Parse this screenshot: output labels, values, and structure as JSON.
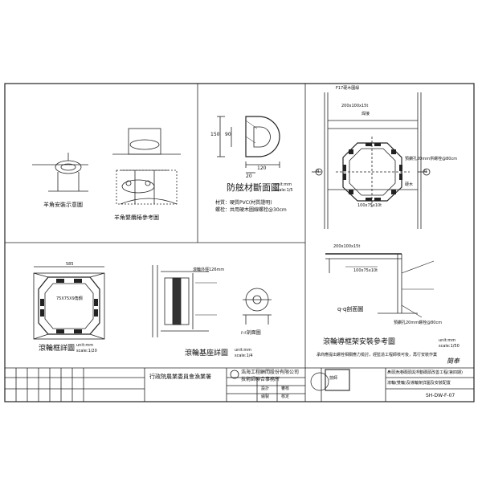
{
  "drawing": {
    "fender": {
      "title": "防舷材斷面圖",
      "unit": "unit:mm",
      "scale": "scale:1/5",
      "dims": {
        "height_outer": "150",
        "height_inner": "90",
        "width_total": "120",
        "width_inner": "20"
      },
      "note_material": "材質：硬質PVC(材質證明)",
      "note_bolt": "螺栓：共用硬木圖線螺栓@30cm"
    },
    "bracket": {
      "title": "羊角安裝示意圖",
      "ref_title": "羊角繫纜樁參考圖"
    },
    "roller_frame": {
      "title": "滾輪框詳圖",
      "unit": "unit:mm",
      "scale": "scale:1/20",
      "dim_top": "585",
      "label": "75X75X9角鋼"
    },
    "roller_base": {
      "title": "滾輪基座詳圖",
      "unit": "unit:mm",
      "scale": "scale:1/4",
      "note": "滾輪外徑126mm",
      "rr_title": "r-r剖面圖"
    },
    "guide_frame": {
      "title": "滾輪導框架安裝參考圖",
      "unit": "unit:mm",
      "scale": "scale:1/50",
      "label_beam": "200x100x15t",
      "label_weld": "焊接",
      "label_top": "F17硬木圍緣",
      "label_side": "100x75x10t",
      "label_drill": "預鑽孔20mm供螺栓@80cm",
      "label_hardwood": "硬木",
      "label_angle": "100x75x10t",
      "label_beam2": "200x100x15t",
      "label_drill2": "預鑽孔20mm螺栓@80cm",
      "note": "承商應提出螺栓相關應力檢討，經監造工程師核可後，再行安裝作業",
      "signature": "簡奉"
    },
    "qq_section": {
      "title": "q-q剖面圖",
      "marker": "q"
    },
    "title_block": {
      "agency": "行政院農業委員會漁業署",
      "company_line1": "浩海工程顧問股份有限公司",
      "company_line2": "技術師聯合事務所",
      "row_design": "設計",
      "row_draw": "繪製",
      "row_check": "審核",
      "row_approve": "核定",
      "project": "鼻頭漁港碼頭與浮動碼頭改善工程(第四期)",
      "sheet_title": "滾輪(雙輪)及導輪架詳圖及安裝配置",
      "drawing_no": "SH-DW-F-07",
      "seal": "技師"
    }
  }
}
